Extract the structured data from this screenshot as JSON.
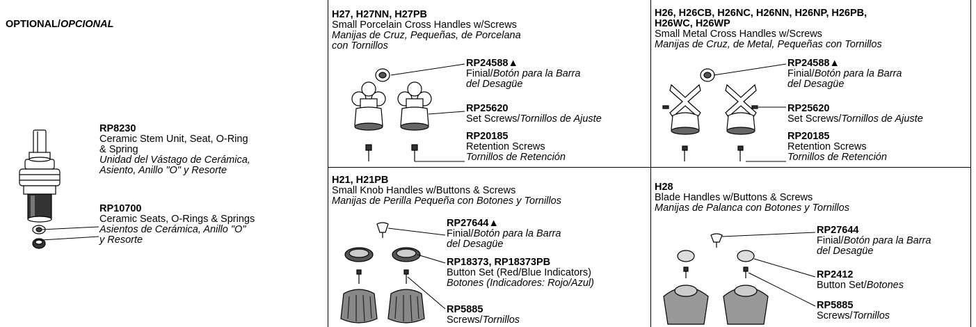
{
  "optional": {
    "title_bold": "OPTIONAL/",
    "title_italic": "OPCIONAL",
    "rp8230": {
      "number": "RP8230",
      "en_1": "Ceramic Stem Unit, Seat, O-Ring",
      "en_2": "& Spring",
      "es_1": "Unidad del Vástago de Cerámica,",
      "es_2": "Asiento, Anillo \"O\" y Resorte"
    },
    "rp10700": {
      "number": "RP10700",
      "en_1": "Ceramic Seats, O-Rings & Springs",
      "es_1": "Asientos de Cerámica, Anillo \"O\"",
      "es_2": "y Resorte"
    }
  },
  "h27": {
    "models": "H27, H27NN, H27PB",
    "title_en": "Small Porcelain Cross Handles w/Screws",
    "title_es_1": "Manijas de Cruz, Pequeñas, de Porcelana",
    "title_es_2": "con Tornillos",
    "finial": {
      "number": "RP24588▲",
      "en": "Finial/",
      "es_1": "Botón para la Barra",
      "es_2": "del Desagüe"
    },
    "set_screws": {
      "number": "RP25620",
      "en": "Set Screws/",
      "es": "Tornillos de Ajuste"
    },
    "retention": {
      "number": "RP20185",
      "en": "Retention Screws",
      "es": "Tornillos de Retención"
    }
  },
  "h26": {
    "models_1": "H26, H26CB, H26NC, H26NN, H26NP, H26PB,",
    "models_2": "H26WC, H26WP",
    "title_en": "Small Metal Cross Handles w/Screws",
    "title_es": "Manijas de Cruz, de Metal, Pequeñas con Tornillos",
    "finial": {
      "number": "RP24588▲",
      "en": "Finial/",
      "es_1": "Botón para la Barra",
      "es_2": "del Desagüe"
    },
    "set_screws": {
      "number": "RP25620",
      "en": "Set Screws/",
      "es": "Tornillos de Ajuste"
    },
    "retention": {
      "number": "RP20185",
      "en": "Retention Screws",
      "es": "Tornillos de Retención"
    }
  },
  "h21": {
    "models": "H21, H21PB",
    "title_en": "Small Knob Handles w/Buttons & Screws",
    "title_es": "Manijas de Perilla Pequeña con Botones y Tornillos",
    "finial": {
      "number": "RP27644▲",
      "en": "Finial/",
      "es_1": "Botón para la Barra",
      "es_2": "del Desagüe"
    },
    "buttons": {
      "number": "RP18373, RP18373PB",
      "en": "Button Set (Red/Blue Indicators)",
      "es": "Botones (Indicadores: Rojo/Azul)"
    },
    "screws": {
      "number": "RP5885",
      "en": "Screws/",
      "es": "Tornillos"
    }
  },
  "h28": {
    "models": "H28",
    "title_en": "Blade Handles w/Buttons & Screws",
    "title_es": "Manijas de Palanca con Botones y Tornillos",
    "finial": {
      "number": "RP27644",
      "en": "Finial/",
      "es_1": "Botón para la Barra",
      "es_2": "del Desagüe"
    },
    "buttons": {
      "number": "RP2412",
      "en": "Button Set/",
      "es": "Botones"
    },
    "screws": {
      "number": "RP5885",
      "en": "Screws/",
      "es": "Tornillos"
    }
  }
}
